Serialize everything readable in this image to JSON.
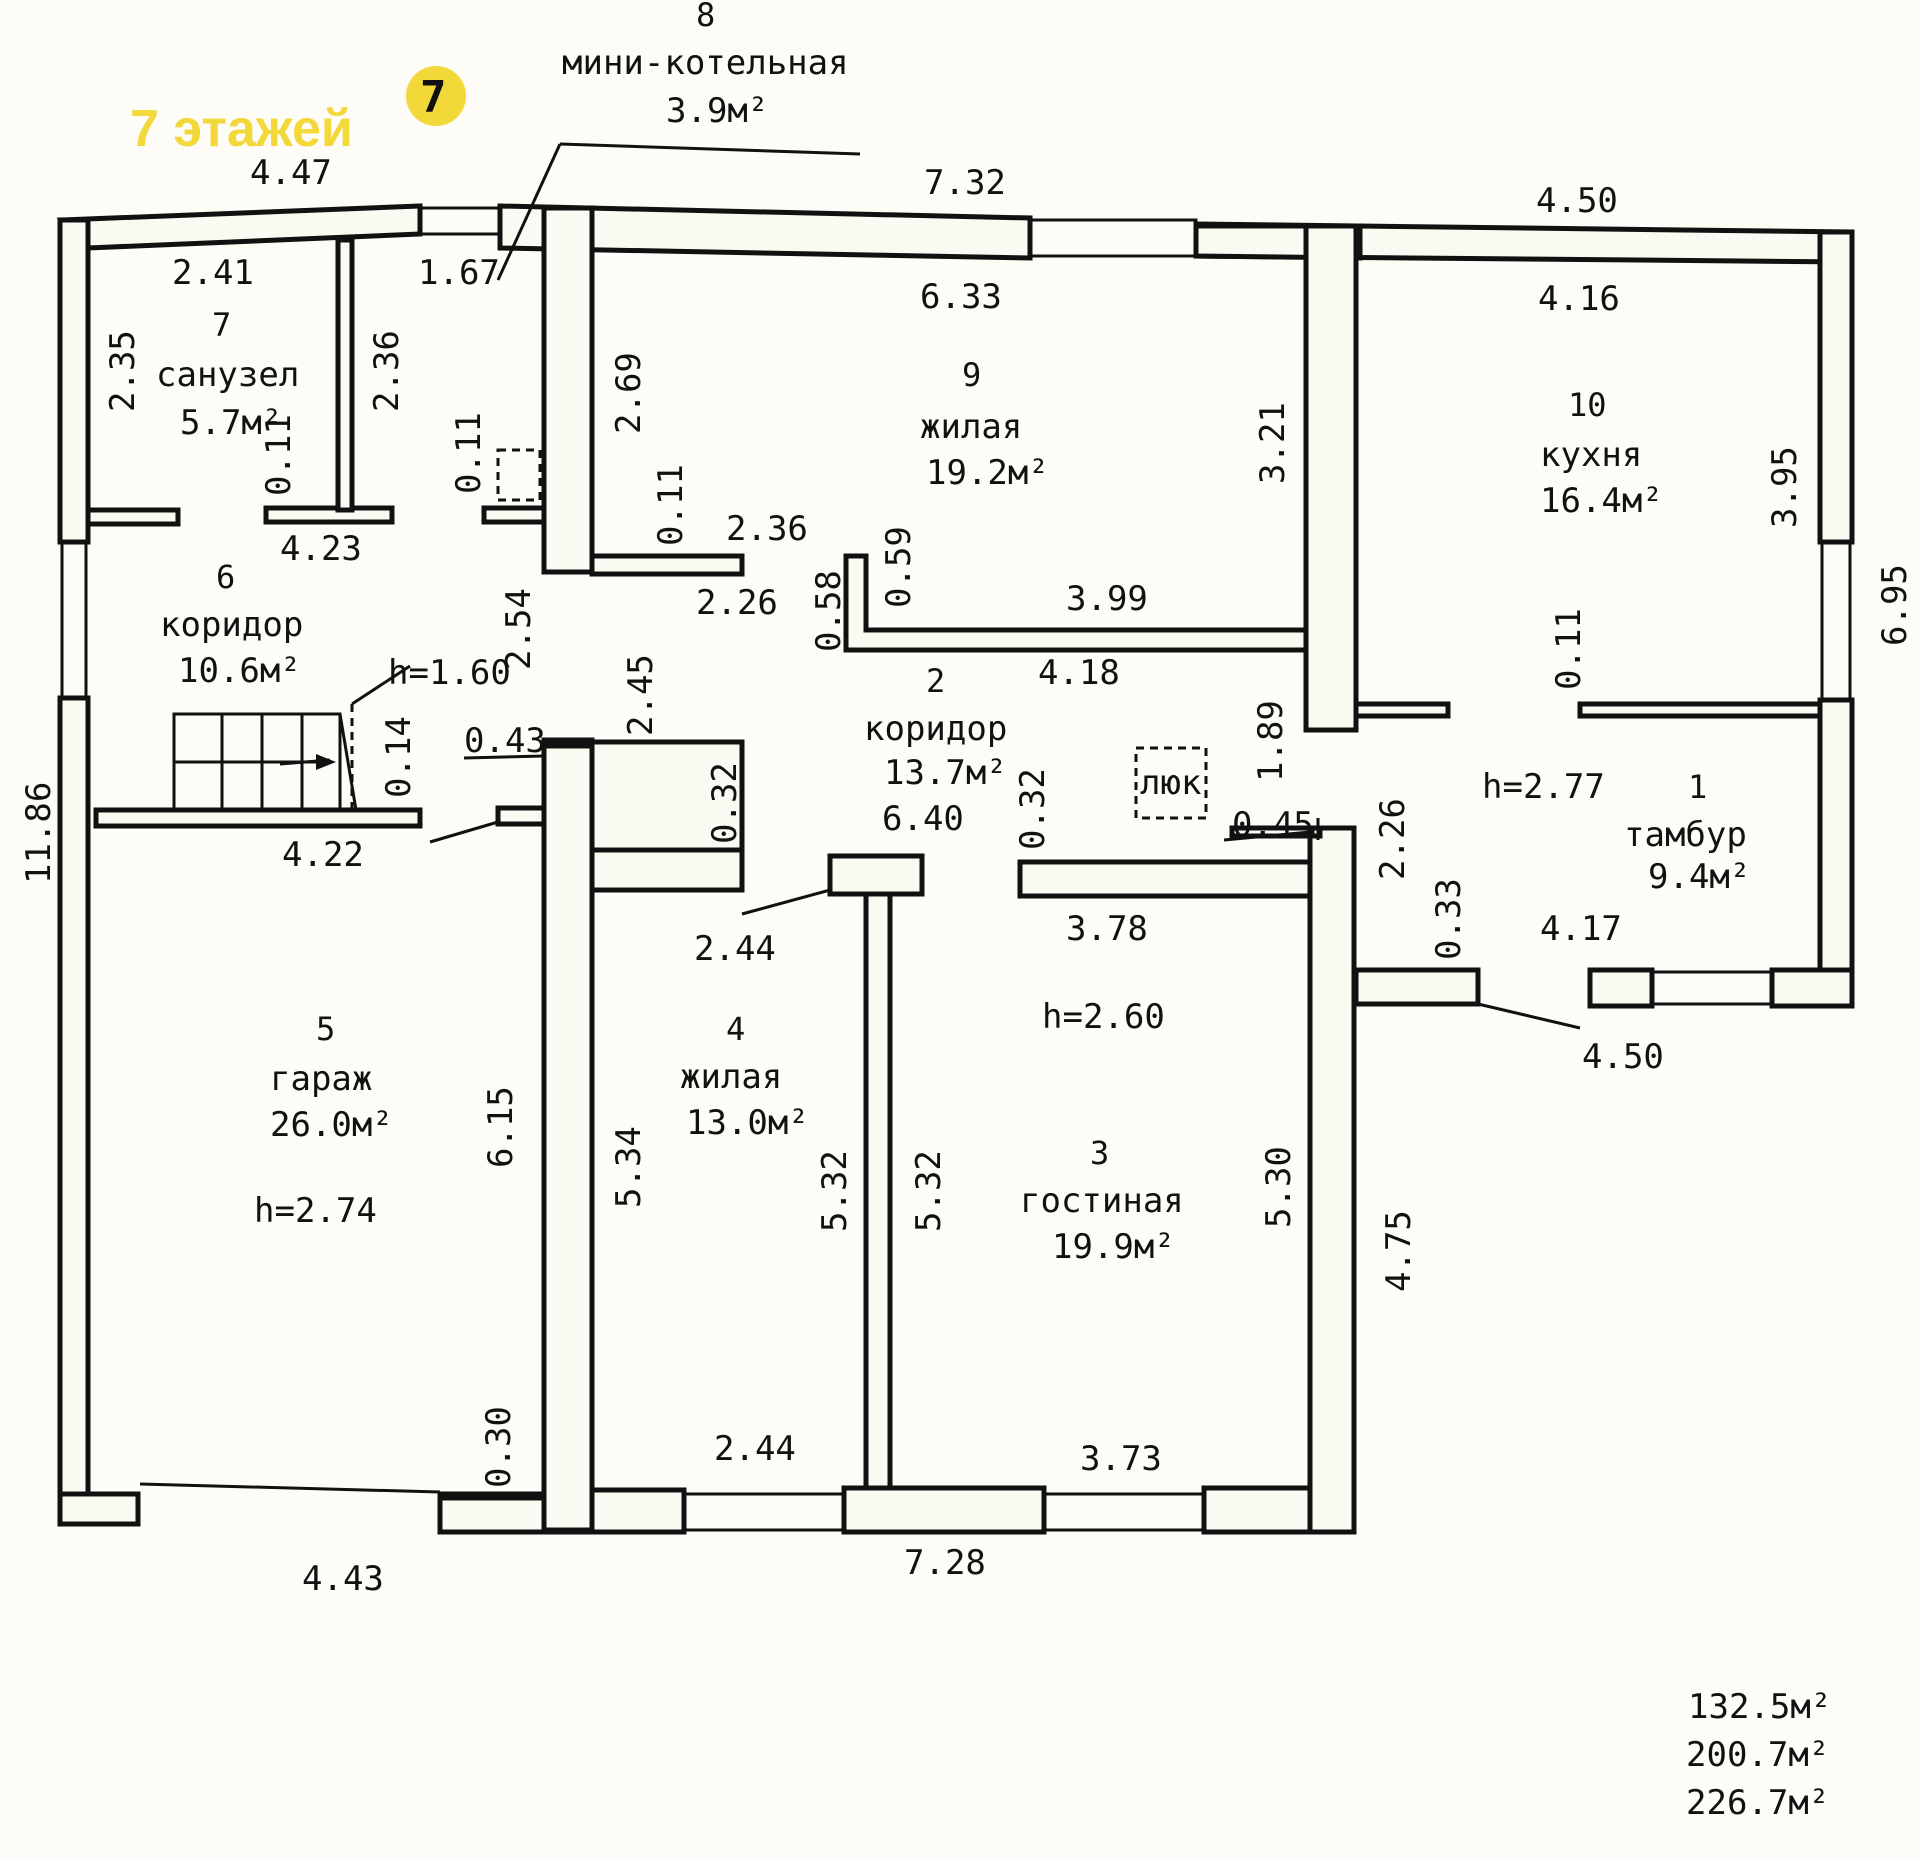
{
  "logo": {
    "text": "7 этажей",
    "badge": "7",
    "color": "#f3d83a"
  },
  "rooms": [
    {
      "id": "1",
      "name": "тамбур",
      "area": "9.4м²"
    },
    {
      "id": "2",
      "name": "коридор",
      "area": "13.7м²"
    },
    {
      "id": "3",
      "name": "гостиная",
      "area": "19.9м²"
    },
    {
      "id": "4",
      "name": "жилая",
      "area": "13.0м²"
    },
    {
      "id": "5",
      "name": "гараж",
      "area": "26.0м²"
    },
    {
      "id": "6",
      "name": "коридор",
      "area": "10.6м²"
    },
    {
      "id": "7",
      "name": "санузел",
      "area": "5.7м²"
    },
    {
      "id": "8",
      "name": "мини-котельная",
      "area": "3.9м²"
    },
    {
      "id": "9",
      "name": "жилая",
      "area": "19.2м²"
    },
    {
      "id": "10",
      "name": "кухня",
      "area": "16.4м²"
    }
  ],
  "heights": {
    "h1": "h=1.60",
    "h2": "h=2.77",
    "h3": "h=2.60",
    "h4": "h=2.74"
  },
  "hatch": "люк",
  "dimensions": [
    "4.47",
    "7.32",
    "4.50",
    "2.41",
    "1.67",
    "6.33",
    "4.16",
    "2.35",
    "2.36",
    "0.11",
    "0.11",
    "2.69",
    "0.11",
    "2.36",
    "3.21",
    "3.95",
    "4.23",
    "2.26",
    "0.59",
    "0.58",
    "3.99",
    "4.18",
    "6.95",
    "0.11",
    "2.54",
    "2.45",
    "1.89",
    "0.43",
    "0.14",
    "0.32",
    "6.40",
    "0.32",
    "0.45",
    "2.26",
    "4.22",
    "11.86",
    "2.44",
    "3.78",
    "0.33",
    "4.17",
    "4.50",
    "6.15",
    "5.34",
    "5.32",
    "5.32",
    "5.30",
    "4.75",
    "0.30",
    "2.44",
    "3.73",
    "4.43",
    "7.28"
  ],
  "totals": [
    "132.5м²",
    "200.7м²",
    "226.7м²"
  ]
}
